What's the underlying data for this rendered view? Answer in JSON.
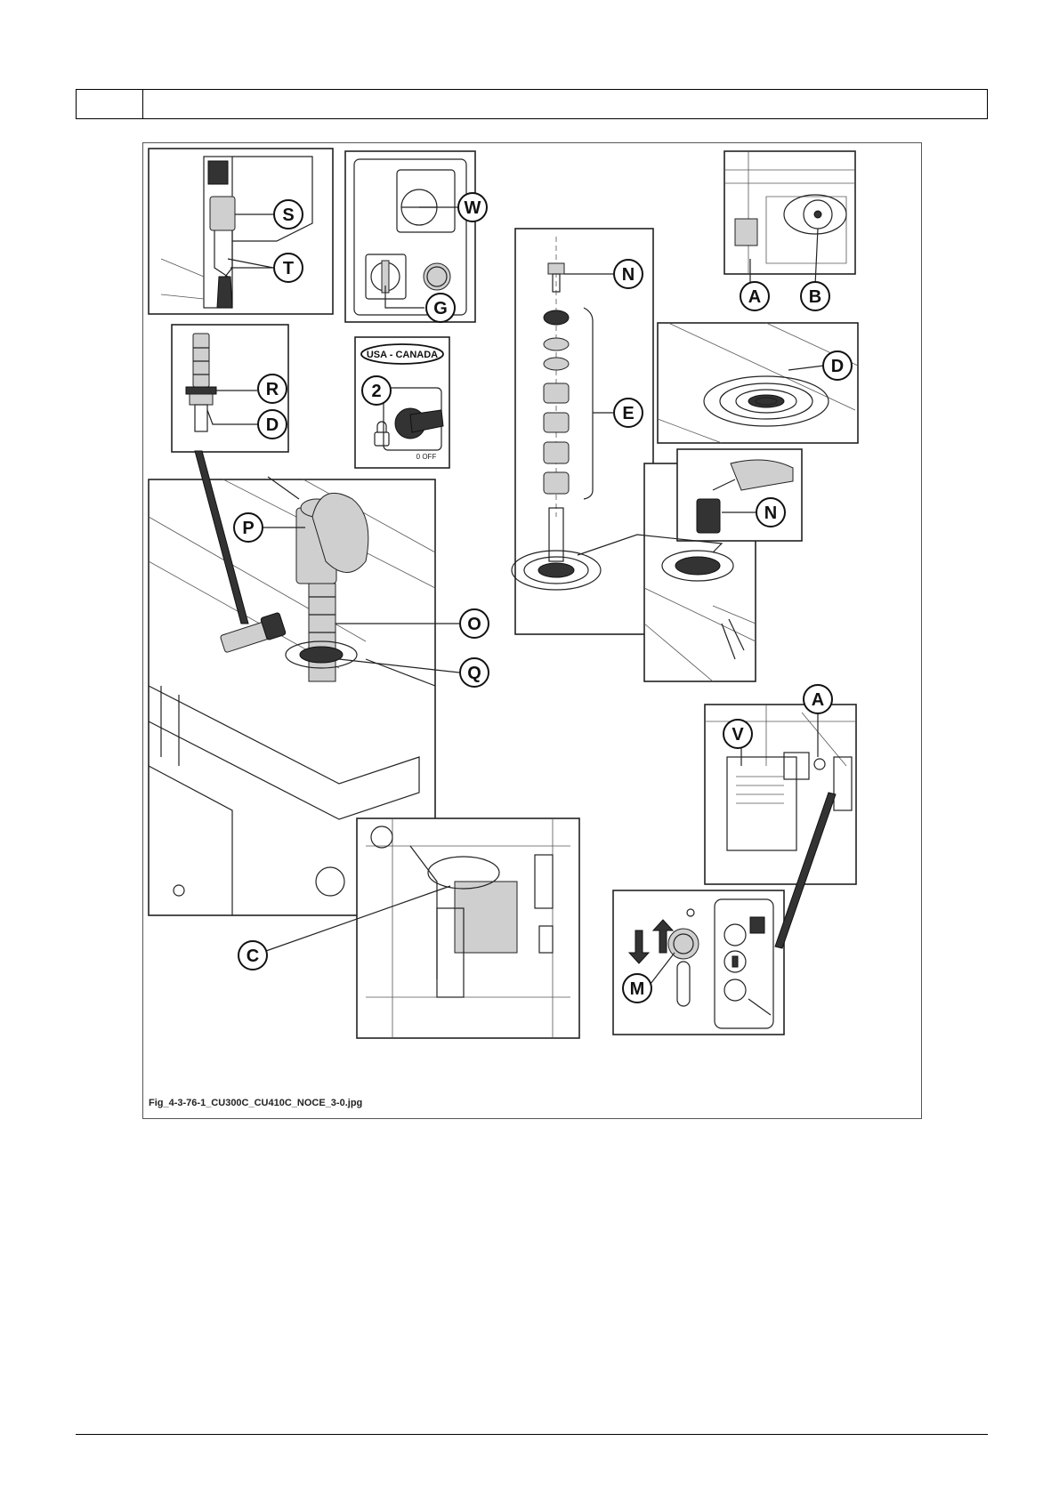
{
  "header": {
    "section_number": "",
    "section_title": ""
  },
  "figure": {
    "caption": "Fig_4-3-76-1_CU300C_CU410C_NOCE_3-0.jpg",
    "callouts": {
      "S": "S",
      "T": "T",
      "W": "W",
      "G": "G",
      "R": "R",
      "D1": "D",
      "D2": "D",
      "two": "2",
      "N1": "N",
      "N2": "N",
      "E": "E",
      "A1": "A",
      "A2": "A",
      "B": "B",
      "P": "P",
      "O": "O",
      "Q": "Q",
      "C": "C",
      "V": "V",
      "M": "M"
    },
    "label_usa_canada": "USA - CANADA",
    "label_off": "0 OFF"
  }
}
